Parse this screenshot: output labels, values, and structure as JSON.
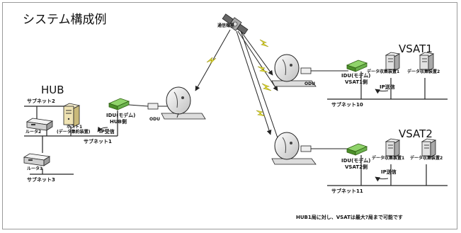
{
  "title": "システム構成例",
  "satellite": {
    "label": "通信衛星"
  },
  "hub": {
    "label": "HUB",
    "idu_label_1": "IDU(モデム)",
    "idu_label_2": "HUB側",
    "odu_label": "ODU",
    "ip_label": "IP受信",
    "subnet1": "サブネット1",
    "subnet2": "サブネット2",
    "subnet3": "サブネット3",
    "router_a": "ルータ2",
    "router_b": "ルータ3",
    "host_label_1": "ホスト1",
    "host_label_2": "(データ集約装置)"
  },
  "vsat1": {
    "label": "VSAT1",
    "idu_label_1": "IDU(モデム)",
    "idu_label_2": "VSAT1側",
    "odu_label": "ODU",
    "ip_label": "IP送信",
    "subnet": "サブネット10",
    "dev1": "データ収集装置1",
    "dev2": "データ収集装置2"
  },
  "vsat2": {
    "label": "VSAT2",
    "idu_label_1": "IDU(モデム)",
    "idu_label_2": "VSAT2側",
    "ip_label": "IP送信",
    "subnet": "サブネット11",
    "dev1": "データ収集装置1",
    "dev2": "データ収集装置2"
  },
  "note": "HUB1局に対し、VSATは最大?局まで可能です",
  "colors": {
    "modem": "#6ab04c",
    "lightning": "#e8e23a",
    "line": "#222222"
  }
}
